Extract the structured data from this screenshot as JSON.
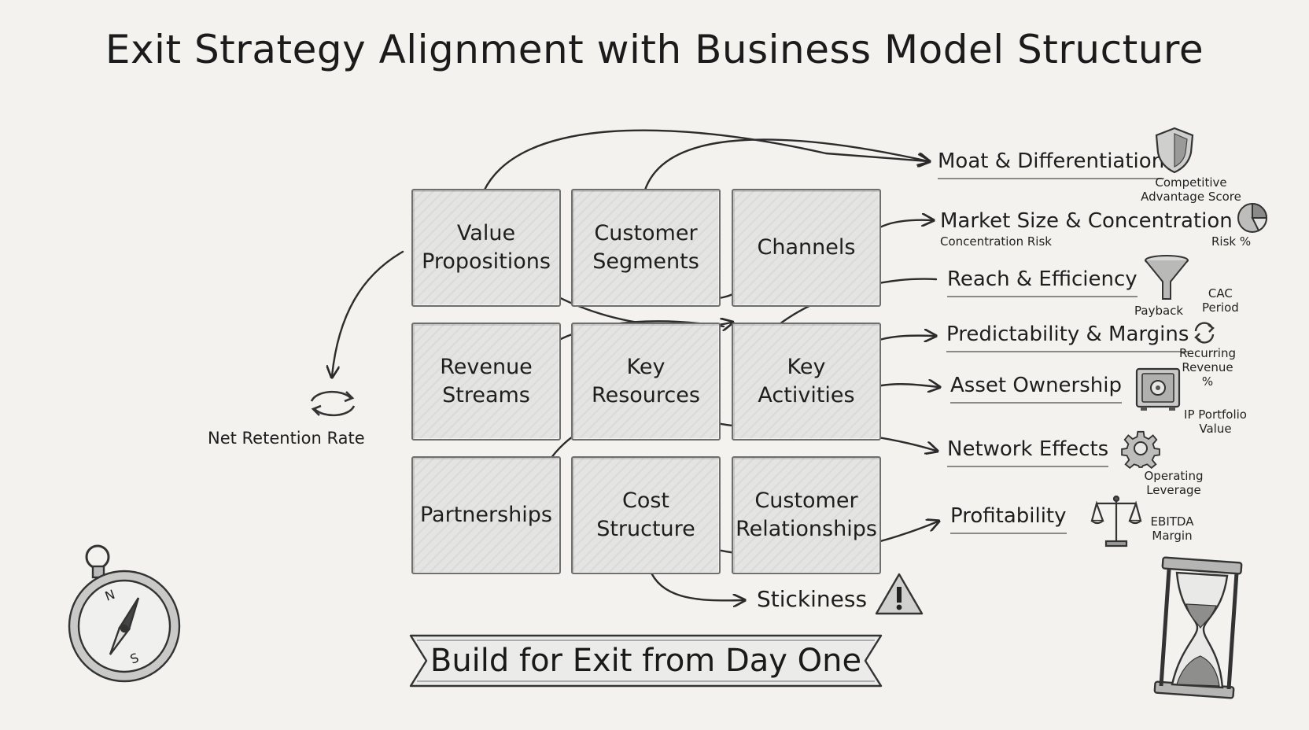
{
  "title": "Exit Strategy Alignment with Business Model Structure",
  "canvas": {
    "value_propositions": "Value\nPropositions",
    "customer_segments": "Customer\nSegments",
    "channels": "Channels",
    "revenue_streams": "Revenue\nStreams",
    "key_resources": "Key\nResources",
    "key_activities": "Key\nActivities",
    "partnerships": "Partnerships",
    "cost_structure": "Cost\nStructure",
    "customer_relationships": "Customer\nRelationships"
  },
  "outcomes": {
    "moat": "Moat & Differentiation",
    "market": "Market Size & Concentration",
    "reach": "Reach & Efficiency",
    "predictability": "Predictability & Margins",
    "assets": "Asset Ownership",
    "network": "Network Effects",
    "profitability": "Profitability",
    "stickiness": "Stickiness"
  },
  "metrics": {
    "competitive": "Competitive\nAdvantage Score",
    "concentration": "Concentration Risk",
    "risk_pct": "Risk %",
    "cac": "CAC\nPeriod",
    "payback": "Payback",
    "recurring": "Recurring\nRevenue %",
    "ip": "IP Portfolio\nValue",
    "operating": "Operating\nLeverage",
    "ebitda": "EBITDA\nMargin",
    "net_retention": "Net Retention Rate"
  },
  "banner": "Build for Exit from Day One",
  "icons": [
    "shield-icon",
    "pie-chart-icon",
    "funnel-icon",
    "refresh-icon",
    "safe-icon",
    "gear-icon",
    "scale-icon",
    "warning-icon",
    "hourglass-icon",
    "compass-icon"
  ]
}
